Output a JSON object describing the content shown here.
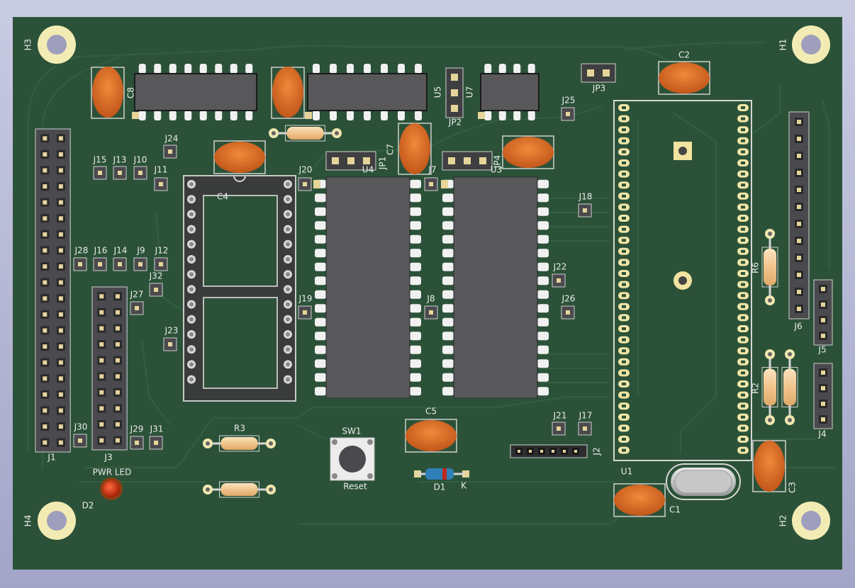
{
  "view": "KiCad 3D Viewer",
  "board": {
    "color": "#2b5238",
    "silkscreen_color": "#ececec",
    "pad_color": "#e6d59a",
    "package_color": "#59595c",
    "capacitor_color": "#d8691e",
    "resistor_color": "#f0c99a"
  },
  "labels": {
    "H1": "H1",
    "H2": "H2",
    "H3": "H3",
    "H4": "H4",
    "C1": "C1",
    "C2": "C2",
    "C3": "C3",
    "C4": "C4",
    "C5": "C5",
    "C7": "C7",
    "C8": "C8",
    "U1": "U1",
    "U3": "U3",
    "U4": "U4",
    "U5": "U5",
    "U7": "U7",
    "JP1": "JP1",
    "JP2": "JP2",
    "JP3": "JP3",
    "JP4": "JP4",
    "J1": "J1",
    "J2": "J2",
    "J3": "J3",
    "J4": "J4",
    "J5": "J5",
    "J6": "J6",
    "J7": "J7",
    "J8": "J8",
    "J9": "J9",
    "J10": "J10",
    "J11": "J11",
    "J12": "J12",
    "J13": "J13",
    "J14": "J14",
    "J15": "J15",
    "J16": "J16",
    "J17": "J17",
    "J18": "J18",
    "J19": "J19",
    "J20": "J20",
    "J21": "J21",
    "J22": "J22",
    "J23": "J23",
    "J24": "J24",
    "J25": "J25",
    "J26": "J26",
    "J27": "J27",
    "J28": "J28",
    "J29": "J29",
    "J30": "J30",
    "J31": "J31",
    "J32": "J32",
    "R2": "R2",
    "R3": "R3",
    "R6": "R6",
    "SW1": "SW1",
    "Reset": "Reset",
    "D1": "D1",
    "K": "K",
    "D2": "D2",
    "PWR_LED": "PWR LED"
  }
}
